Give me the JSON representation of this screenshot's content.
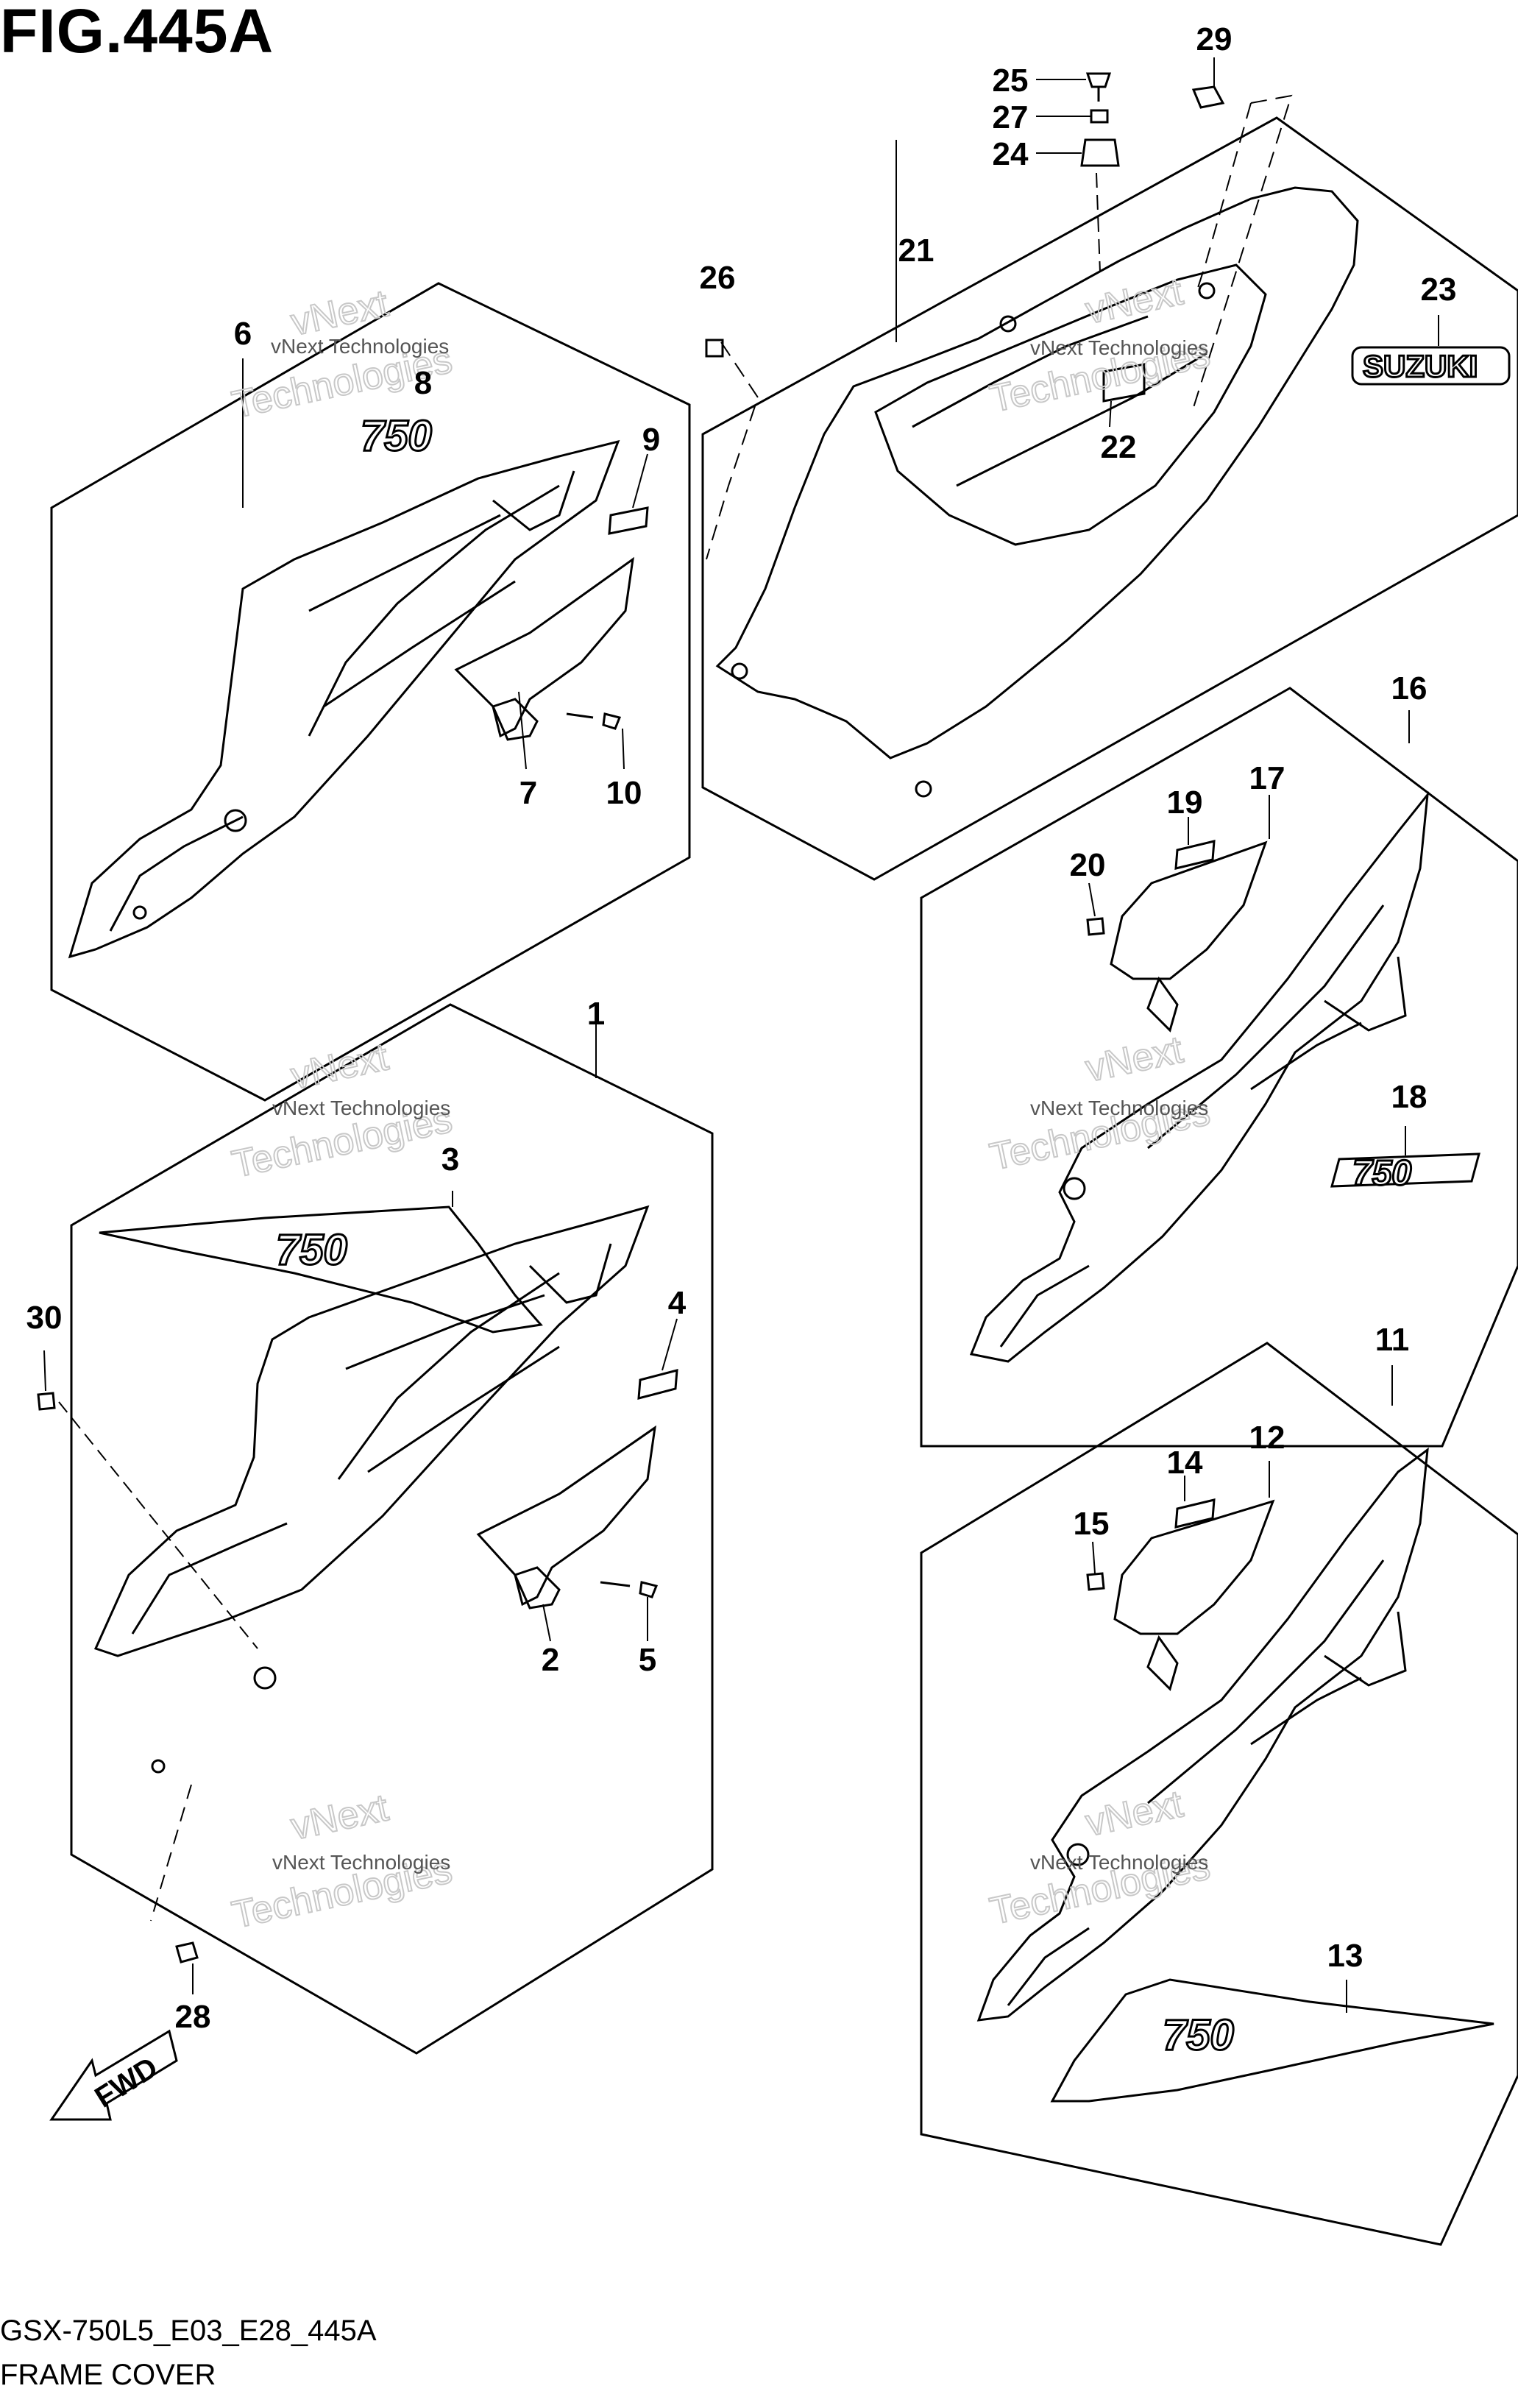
{
  "figure": {
    "title": "FIG.445A",
    "code": "GSX-750L5_E03_E28_445A",
    "name": "FRAME COVER"
  },
  "watermark": {
    "line1": "vNext Technologies",
    "line2": "vNext",
    "line3": "Technologies"
  },
  "parts": {
    "p1": "1",
    "p2": "2",
    "p3": "3",
    "p4": "4",
    "p5": "5",
    "p6": "6",
    "p7": "7",
    "p8": "8",
    "p9": "9",
    "p10": "10",
    "p11": "11",
    "p12": "12",
    "p13": "13",
    "p14": "14",
    "p15": "15",
    "p16": "16",
    "p17": "17",
    "p18": "18",
    "p19": "19",
    "p20": "20",
    "p21": "21",
    "p22": "22",
    "p23": "23",
    "p24": "24",
    "p25": "25",
    "p26": "26",
    "p27": "27",
    "p28": "28",
    "p29": "29",
    "p30": "30"
  },
  "emblems": {
    "model": "750",
    "brand": "SUZUKI",
    "fwd": "FWD"
  }
}
